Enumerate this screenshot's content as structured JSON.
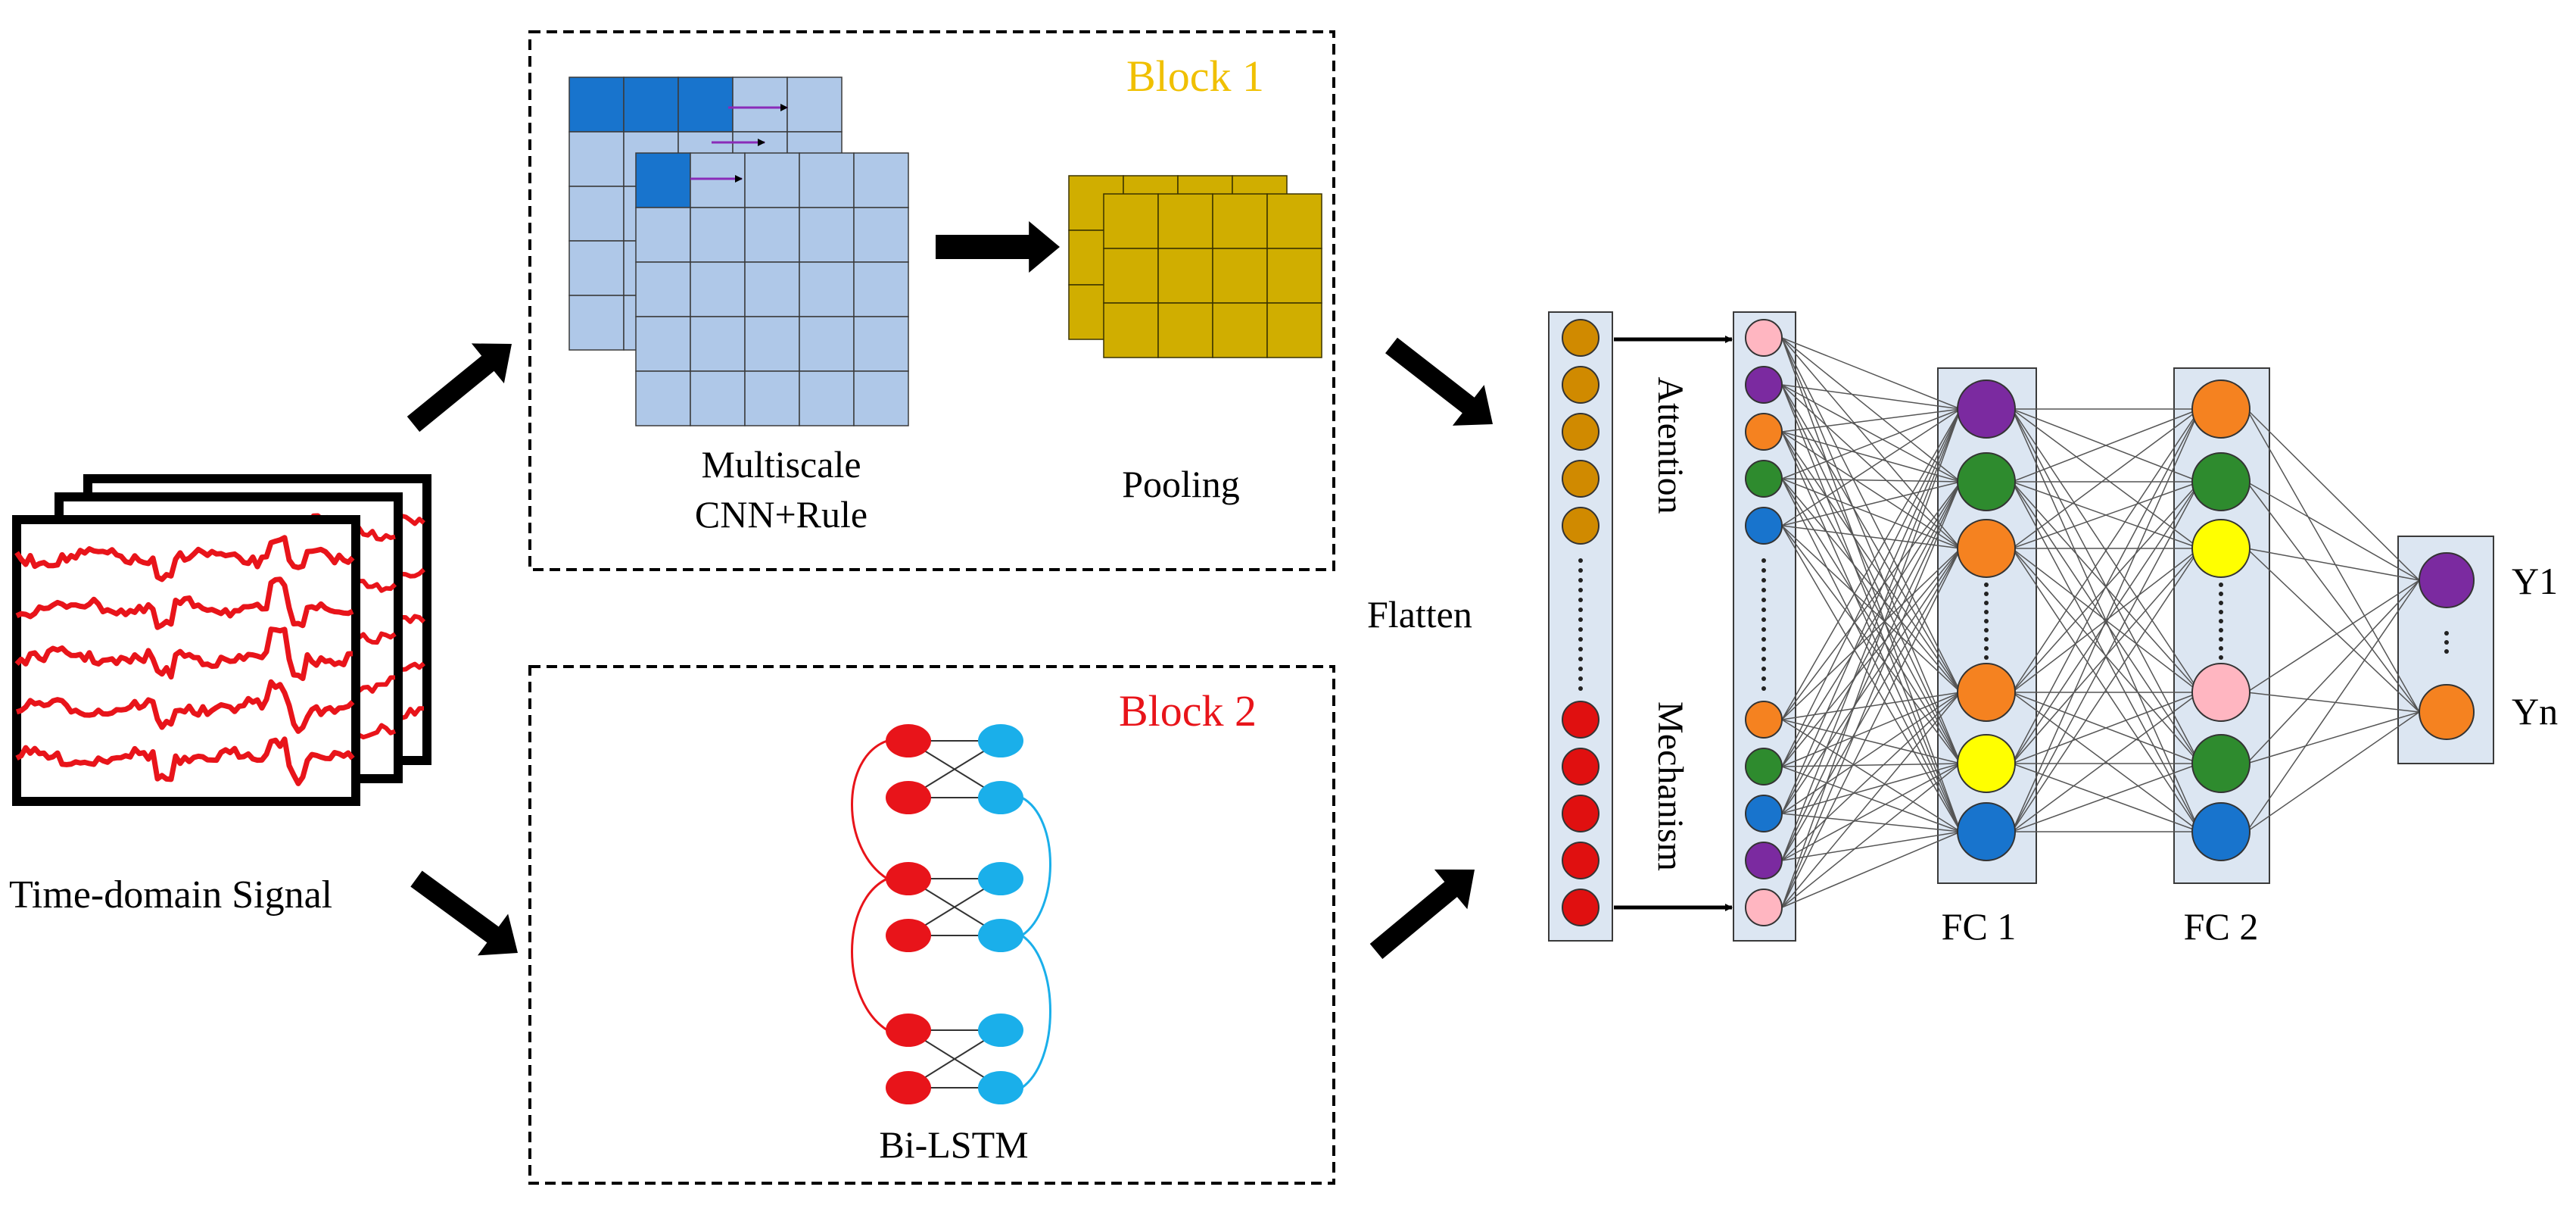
{
  "input": {
    "label": "Time-domain Signal"
  },
  "block1": {
    "title": "Block 1",
    "title_color": "#F0C000",
    "cnn_label_line1": "Multiscale",
    "cnn_label_line2": "CNN+Rule",
    "pooling_label": "Pooling"
  },
  "block2": {
    "title": "Block 2",
    "title_color": "#E8141A",
    "lstm_label": "Bi-LSTM"
  },
  "flatten": {
    "label": "Flatten"
  },
  "attention": {
    "word1": "Attention",
    "word2": "Mechanism"
  },
  "layers": {
    "fc1": "FC 1",
    "fc2": "FC 2"
  },
  "outputs": {
    "y1": "Y1",
    "yn": "Yn"
  },
  "colors": {
    "signal": "#E8141A",
    "grid_light": "#AFC8E8",
    "grid_dark": "#1874CD",
    "pool": "#D0AE00",
    "arrow": "#000000",
    "panel": "#DCE6F2",
    "lstm_red": "#E8141A",
    "lstm_blue": "#1AAFEA",
    "node_gold": "#D08A00",
    "node_red": "#E01010",
    "node_pink": "#FFB6C1",
    "node_purple": "#7B2AA0",
    "node_orange": "#F58220",
    "node_green": "#2E8B2E",
    "node_blue": "#1874CD",
    "node_yellow": "#FFFF00",
    "scan_arrow": "#8A2BB8"
  },
  "icons": [
    "signal-trace",
    "block-arrow",
    "neuron",
    "dotted-ellipsis"
  ]
}
